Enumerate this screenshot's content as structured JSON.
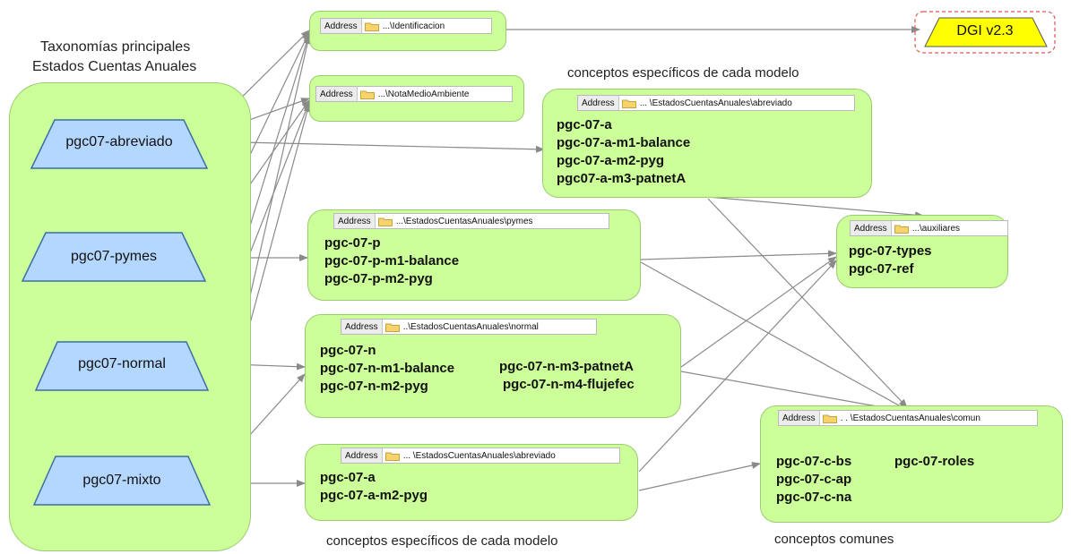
{
  "taxonomy_group": {
    "heading_line1": "Taxonomías principales",
    "heading_line2": "Estados Cuentas Anuales",
    "nodes": [
      "pgc07-abreviado",
      "pgc07-pymes",
      "pgc07-normal",
      "pgc07-mixto"
    ]
  },
  "dgi": {
    "label": "DGI v2.3"
  },
  "boxes": {
    "identificacion": {
      "address_label": "Address",
      "path": "...\\Identificacion"
    },
    "nota": {
      "address_label": "Address",
      "path": "...\\NotaMedioAmbiente"
    },
    "abreviado": {
      "address_label": "Address",
      "path": "... \\EstadosCuentasAnuales\\abreviado",
      "items": [
        "pgc-07-a",
        "pgc-07-a-m1-balance",
        "pgc-07-a-m2-pyg",
        "pgc07-a-m3-patnetA"
      ]
    },
    "pymes": {
      "address_label": "Address",
      "path": "...\\EstadosCuentasAnuales\\pymes",
      "items": [
        "pgc-07-p",
        "pgc-07-p-m1-balance",
        "pgc-07-p-m2-pyg"
      ]
    },
    "normal": {
      "address_label": "Address",
      "path": "..\\EstadosCuentasAnuales\\normal",
      "items_left": [
        "pgc-07-n",
        "pgc-07-n-m1-balance",
        "pgc-07-n-m2-pyg"
      ],
      "items_right": [
        "pgc-07-n-m3-patnetA",
        "pgc-07-n-m4-flujefec"
      ]
    },
    "mixto": {
      "address_label": "Address",
      "path": "... \\EstadosCuentasAnuales\\abreviado",
      "items": [
        "pgc-07-a",
        "pgc-07-a-m2-pyg"
      ]
    },
    "auxiliares": {
      "address_label": "Address",
      "path": "...\\auxiliares",
      "items": [
        "pgc-07-types",
        "pgc-07-ref"
      ]
    },
    "comun": {
      "address_label": "Address",
      "path": ". . \\EstadosCuentasAnuales\\comun",
      "items_left": [
        "pgc-07-c-bs",
        "pgc-07-c-ap",
        "pgc-07-c-na"
      ],
      "items_right": [
        "pgc-07-roles"
      ]
    }
  },
  "captions": {
    "top": "conceptos específicos de cada modelo",
    "bottom": "conceptos específicos de cada modelo",
    "comunes": "conceptos comunes"
  },
  "colors": {
    "box_fill": "#ccff99",
    "node_fill": "#b3d7ff",
    "dgi_fill": "#ffff00",
    "line": "#888888"
  }
}
